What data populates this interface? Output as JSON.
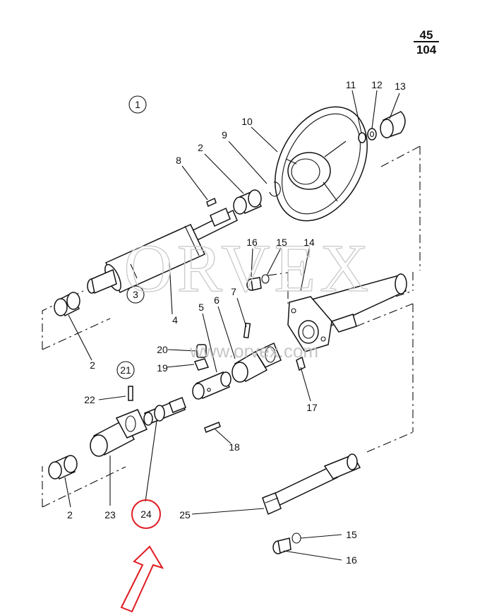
{
  "page_ref": {
    "numerator": "45",
    "denominator": "104"
  },
  "circled_labels": {
    "group_1": "1",
    "group_21": "21",
    "highlight_24": "24"
  },
  "part_labels": {
    "p2_top": "2",
    "p4": "4",
    "p5": "5",
    "p6": "6",
    "p7": "7",
    "p8": "8",
    "p9": "9",
    "p10": "10",
    "p11": "11",
    "p12": "12",
    "p13": "13",
    "p14": "14",
    "p15_top": "15",
    "p16_top": "16",
    "p17": "17",
    "p18": "18",
    "p19": "19",
    "p20": "20",
    "p22": "22",
    "p23": "23",
    "p25": "25",
    "p2_left": "2",
    "p2_bottom": "2",
    "p15_bottom": "15",
    "p16_bottom": "16",
    "p3": "3"
  },
  "watermark": {
    "big": "ORVEX",
    "small": "www.orvex.com"
  },
  "colors": {
    "highlight": "#e11b22",
    "ink": "#111111"
  },
  "icons": {
    "arrow": "up-right-arrow-icon",
    "wheel": "steering-wheel-icon"
  }
}
